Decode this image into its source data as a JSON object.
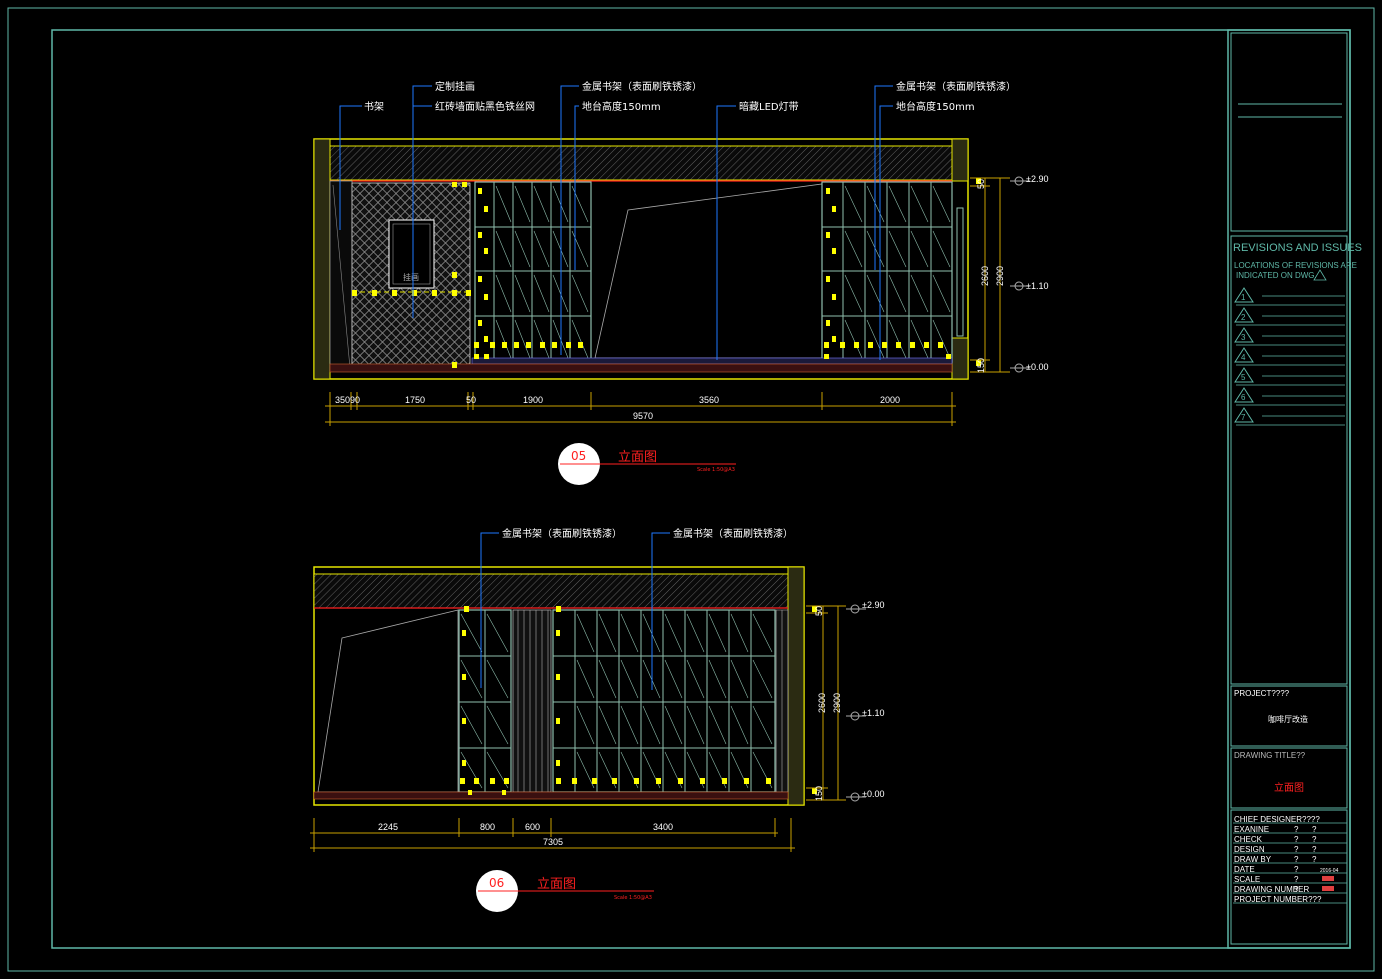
{
  "elevation_05": {
    "callouts": {
      "bookshelf": "书架",
      "custom_painting": "定制挂画",
      "brick_wall": "红砖墙面贴黑色铁丝网",
      "metal_shelf_left": "金属书架（表面刷铁锈漆）",
      "platform_left": "地台高度150mm",
      "led_strip": "暗藏LED灯带",
      "metal_shelf_right": "金属书架（表面刷铁锈漆）",
      "platform_right": "地台高度150mm"
    },
    "painting_label": "挂画",
    "levels": [
      "±2.90",
      "±1.10",
      "±0.00"
    ],
    "vertical_dims": [
      "50",
      "2600",
      "2900",
      "150"
    ],
    "horizontal_dims": [
      "350",
      "90",
      "1750",
      "50",
      "1900",
      "3560",
      "2000"
    ],
    "total_width": "9570",
    "number": "05",
    "title": "立面图",
    "scale": "Scale 1:50@A3"
  },
  "elevation_06": {
    "callouts": {
      "metal_shelf_left": "金属书架（表面刷铁锈漆）",
      "metal_shelf_right": "金属书架（表面刷铁锈漆）"
    },
    "levels": [
      "±2.90",
      "±1.10",
      "±0.00"
    ],
    "vertical_dims": [
      "50",
      "2600",
      "2900",
      "150"
    ],
    "horizontal_dims": [
      "2245",
      "800",
      "600",
      "3400"
    ],
    "total_width": "7305",
    "number": "06",
    "title": "立面图",
    "scale": "Scale 1:50@A3"
  },
  "title_block": {
    "revisions_title": "REVISIONS AND ISSUES",
    "revisions_note_1": "LOCATIONS OF REVISIONS ARE",
    "revisions_note_2": "INDICATED ON DWG.",
    "revision_numbers": [
      "1",
      "2",
      "3",
      "4",
      "5",
      "6",
      "7"
    ],
    "project_label": "PROJECT????",
    "project_name": "咖啡厅改造",
    "drawing_title_label": "DRAWING   TITLE??",
    "drawing_title": "立面图",
    "fields": [
      {
        "label": "CHIEF  DESIGNER????",
        "v1": "",
        "v2": ""
      },
      {
        "label": "EXANINE",
        "v1": "?",
        "v2": "?"
      },
      {
        "label": "CHECK",
        "v1": "?",
        "v2": "?"
      },
      {
        "label": "DESIGN",
        "v1": "?",
        "v2": "?"
      },
      {
        "label": "DRAW  BY",
        "v1": "?",
        "v2": "?"
      },
      {
        "label": "DATE",
        "v1": "?",
        "v2": "2016-04"
      },
      {
        "label": "SCALE",
        "v1": "?",
        "v2": ""
      },
      {
        "label": "DRAWING  NUMBER",
        "v1": "?",
        "v2": ""
      },
      {
        "label": "PROJECT  NUMBER???",
        "v1": "",
        "v2": ""
      }
    ]
  },
  "colors": {
    "frame": "#5fb8a8",
    "outline": "#e6e600",
    "leader": "#1e78ff",
    "dimension": "#c8a000",
    "accent": "#ff2020",
    "shelf": "#8fbfae"
  }
}
